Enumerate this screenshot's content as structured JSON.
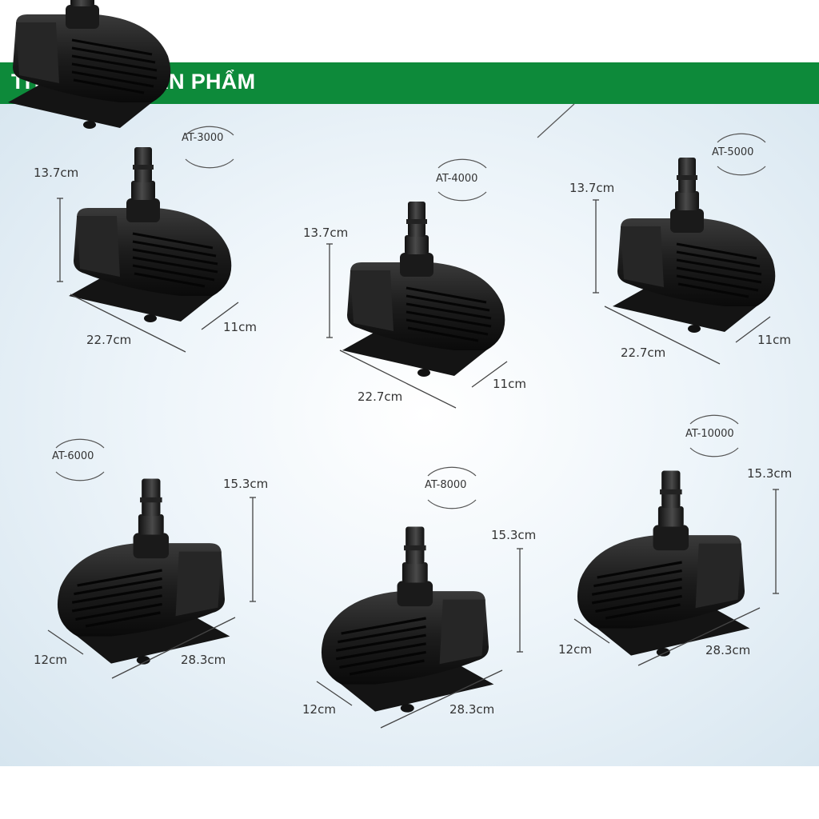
{
  "header": {
    "title": "THÔNG TIN SẢN PHẨM"
  },
  "products": [
    {
      "model": "AT-3000",
      "height": "13.7cm",
      "length": "22.7cm",
      "width": "11cm"
    },
    {
      "model": "AT-4000",
      "height": "13.7cm",
      "length": "22.7cm",
      "width": "11cm"
    },
    {
      "model": "AT-5000",
      "height": "13.7cm",
      "length": "22.7cm",
      "width": "11cm"
    },
    {
      "model": "AT-6000",
      "height": "15.3cm",
      "length": "28.3cm",
      "width": "12cm"
    },
    {
      "model": "AT-8000",
      "height": "15.3cm",
      "length": "28.3cm",
      "width": "12cm"
    },
    {
      "model": "AT-10000",
      "height": "15.3cm",
      "length": "28.3cm",
      "width": "12cm"
    }
  ]
}
